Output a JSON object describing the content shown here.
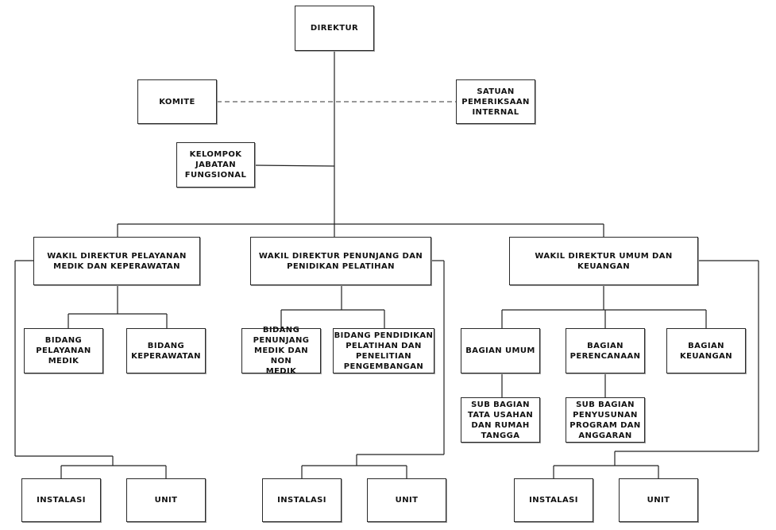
{
  "org": {
    "direktur": "DIREKTUR",
    "komite": "KOMITE",
    "spi": "SATUAN\nPEMERIKSAAN\nINTERNAL",
    "kjf": "KELOMPOK\nJABATAN\nFUNGSIONAL",
    "wadir_pelayanan": "WAKIL DIREKTUR PELAYANAN\nMEDIK DAN KEPERAWATAN",
    "wadir_penunjang": "WAKIL DIREKTUR PENUNJANG DAN\nPENIDIKAN PELATIHAN",
    "wadir_umum": "WAKIL DIREKTUR UMUM DAN KEUANGAN",
    "bid_pelayanan_medik": "BIDANG\nPELAYANAN\nMEDIK",
    "bid_keperawatan": "BIDANG\nKEPERAWATAN",
    "bid_penunjang": "BIDANG\nPENUNJANG\nMEDIK DAN NON\nMEDIK",
    "bid_diklat": "BIDANG PENDIDIKAN\nPELATIHAN DAN\nPENELITIAN\nPENGEMBANGAN",
    "bag_umum": "BAGIAN UMUM",
    "bag_perencanaan": "BAGIAN\nPERENCANAAN",
    "bag_keuangan": "BAGIAN\nKEUANGAN",
    "subbag_tu": "SUB BAGIAN\nTATA USAHAN\nDAN RUMAH\nTANGGA",
    "subbag_program": "SUB BAGIAN\nPENYUSUNAN\nPROGRAM DAN\nANGGARAN",
    "instalasi_1": "INSTALASI",
    "unit_1": "UNIT",
    "instalasi_2": "INSTALASI",
    "unit_2": "UNIT",
    "instalasi_3": "INSTALASI",
    "unit_3": "UNIT"
  }
}
